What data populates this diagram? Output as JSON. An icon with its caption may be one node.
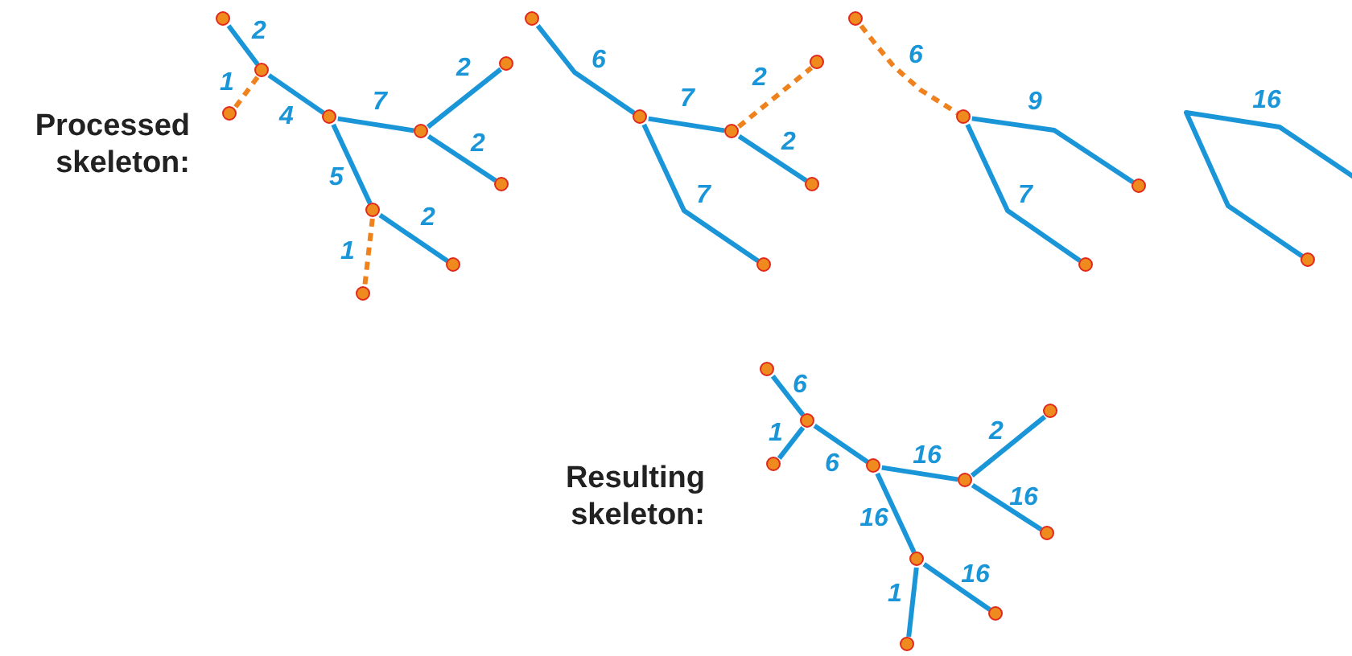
{
  "diagram": {
    "nodes": [
      {
        "text": [],
        "shape": "circle"
      },
      {
        "text": [],
        "shape": "circle"
      },
      {
        "text": [],
        "shape": "circle"
      },
      {
        "text": [],
        "shape": "circle"
      },
      {
        "text": [],
        "shape": "circle"
      },
      {
        "text": [],
        "shape": "circle"
      },
      {
        "text": [],
        "shape": "circle"
      },
      {
        "text": [],
        "shape": "circle"
      },
      {
        "text": [],
        "shape": "circle"
      },
      {
        "text": [],
        "shape": "circle"
      },
      {
        "text": [],
        "shape": "circle"
      },
      {
        "text": [],
        "shape": "circle"
      },
      {
        "text": [],
        "shape": "circle"
      },
      {
        "text": [],
        "shape": "circle"
      },
      {
        "text": [],
        "shape": "circle"
      },
      {
        "text": [],
        "shape": "circle"
      },
      {
        "text": [],
        "shape": "circle"
      },
      {
        "text": [],
        "shape": "circle"
      },
      {
        "text": [],
        "shape": "circle"
      },
      {
        "text": [],
        "shape": "circle"
      },
      {
        "text": [],
        "shape": "circle"
      },
      {
        "text": [],
        "shape": "circle"
      },
      {
        "text": [],
        "shape": "circle"
      },
      {
        "text": [],
        "shape": "circle"
      },
      {
        "text": [],
        "shape": "circle"
      },
      {
        "text": [],
        "shape": "circle"
      },
      {
        "text": [],
        "shape": "circle"
      },
      {
        "text": [],
        "shape": "circle"
      },
      {
        "text": [],
        "shape": "circle"
      },
      {
        "text": [],
        "shape": "circle"
      },
      {
        "text": [],
        "shape": "circle"
      }
    ],
    "edges": [
      {
        "from": 0,
        "to": 1,
        "arrow": "none",
        "label": "2"
      },
      {
        "from": 1,
        "to": 2,
        "arrow": "none",
        "label": "1",
        "style": "dashed",
        "color": "#f0821e"
      },
      {
        "from": 1,
        "to": 3,
        "arrow": "none",
        "label": "4"
      },
      {
        "from": 3,
        "to": 4,
        "arrow": "none",
        "label": "7"
      },
      {
        "from": 4,
        "to": 5,
        "arrow": "none",
        "label": "2"
      },
      {
        "from": 4,
        "to": 6,
        "arrow": "none",
        "label": "2"
      },
      {
        "from": 3,
        "to": 7,
        "arrow": "none",
        "label": "5"
      },
      {
        "from": 7,
        "to": 8,
        "arrow": "none",
        "label": "2"
      },
      {
        "from": 7,
        "to": 9,
        "arrow": "none",
        "label": "1",
        "style": "dashed",
        "color": "#f0821e"
      },
      {
        "from": 10,
        "to": 11,
        "arrow": "none",
        "label": "6"
      },
      {
        "from": 11,
        "to": 12,
        "arrow": "none",
        "label": "7"
      },
      {
        "from": 12,
        "to": 13,
        "arrow": "none",
        "label": "2",
        "style": "dashed",
        "color": "#f0821e"
      },
      {
        "from": 12,
        "to": 14,
        "arrow": "none",
        "label": "2"
      },
      {
        "from": 11,
        "to": 15,
        "arrow": "none",
        "label": "7"
      },
      {
        "from": 16,
        "to": 17,
        "arrow": "none",
        "label": "6",
        "style": "dashed",
        "color": "#f0821e"
      },
      {
        "from": 17,
        "to": 18,
        "arrow": "none",
        "label": "9"
      },
      {
        "from": 17,
        "to": 19,
        "arrow": "none",
        "label": "7"
      },
      {
        "from": 20,
        "to": null,
        "arrow": "none",
        "label": "16"
      },
      {
        "from": 21,
        "to": 22,
        "arrow": "none",
        "label": "6"
      },
      {
        "from": 22,
        "to": 23,
        "arrow": "none",
        "label": "1"
      },
      {
        "from": 22,
        "to": 24,
        "arrow": "none",
        "label": "6"
      },
      {
        "from": 24,
        "to": 25,
        "arrow": "none",
        "label": "16"
      },
      {
        "from": 25,
        "to": 26,
        "arrow": "none",
        "label": "2"
      },
      {
        "from": 25,
        "to": 27,
        "arrow": "none",
        "label": "16"
      },
      {
        "from": 24,
        "to": 28,
        "arrow": "none",
        "label": "16"
      },
      {
        "from": 28,
        "to": 29,
        "arrow": "none",
        "label": "16"
      },
      {
        "from": 28,
        "to": 30,
        "arrow": "none",
        "label": "1"
      }
    ],
    "labels": [
      "Processed skeleton:",
      "Resulting skeleton:"
    ]
  }
}
